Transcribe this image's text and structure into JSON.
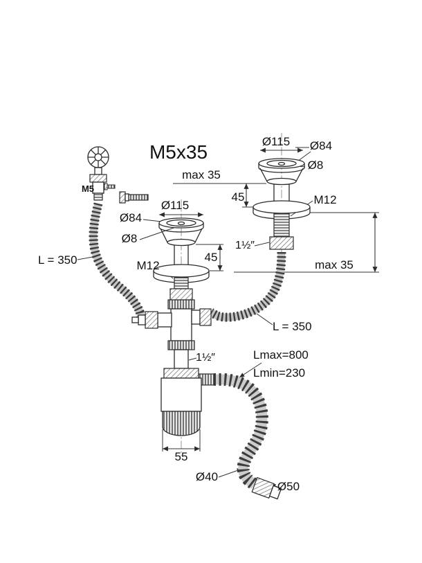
{
  "colors": {
    "ink": "#2b2b2b",
    "background": "#ffffff"
  },
  "drawing": {
    "title": "M5x35",
    "overflow": {
      "screw_label": "M5",
      "hose_length": "L = 350"
    },
    "left_drain": {
      "dia_rim": "Ø115",
      "dia_mid": "Ø84",
      "dia_hole": "Ø8",
      "thread": "M12",
      "height": "45"
    },
    "right_drain": {
      "dia_rim": "Ø115",
      "dia_mid": "Ø84",
      "dia_hole": "Ø8",
      "thread": "M12",
      "height": "45",
      "max_top": "max 35",
      "max_side": "max 35",
      "pipe_thread": "1½″",
      "hose_length": "L = 350"
    },
    "siphon": {
      "pipe_thread": "1½″",
      "bottle_width": "55"
    },
    "outlet": {
      "length_max": "Lmax=800",
      "length_min": "Lmin=230",
      "dia_hose": "Ø40",
      "dia_nut": "Ø50"
    }
  }
}
